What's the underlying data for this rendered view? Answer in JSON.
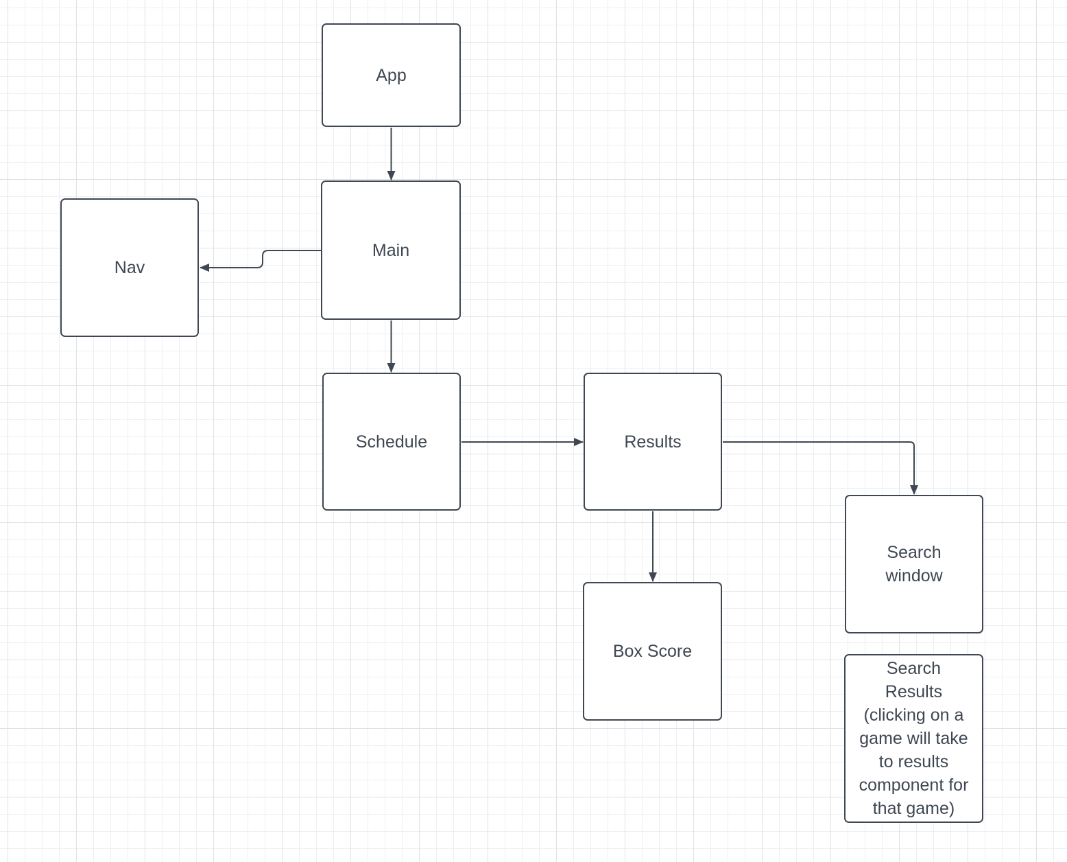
{
  "theme": {
    "stroke_color": "#3e4752",
    "text_color": "#3e4752",
    "node_fill": "#ffffff",
    "canvas_background": "#ffffff",
    "grid_minor_color": "#eeeff1",
    "grid_major_color": "#dfe1e4"
  },
  "nodes": {
    "app": {
      "label": "App"
    },
    "main": {
      "label": "Main"
    },
    "nav": {
      "label": "Nav"
    },
    "schedule": {
      "label": "Schedule"
    },
    "results": {
      "label": "Results"
    },
    "box_score": {
      "label": "Box Score"
    },
    "search_window": {
      "label": "Search\nwindow"
    },
    "search_results": {
      "label": "Search\nResults\n(clicking on a\ngame will take\nto results\ncomponent for\nthat game)"
    }
  },
  "edges": [
    {
      "from": "App",
      "to": "Main",
      "style": "arrow"
    },
    {
      "from": "Main",
      "to": "Nav",
      "style": "arrow"
    },
    {
      "from": "Main",
      "to": "Schedule",
      "style": "arrow"
    },
    {
      "from": "Schedule",
      "to": "Results",
      "style": "arrow"
    },
    {
      "from": "Results",
      "to": "Search window",
      "style": "arrow"
    },
    {
      "from": "Results",
      "to": "Box Score",
      "style": "arrow"
    }
  ]
}
